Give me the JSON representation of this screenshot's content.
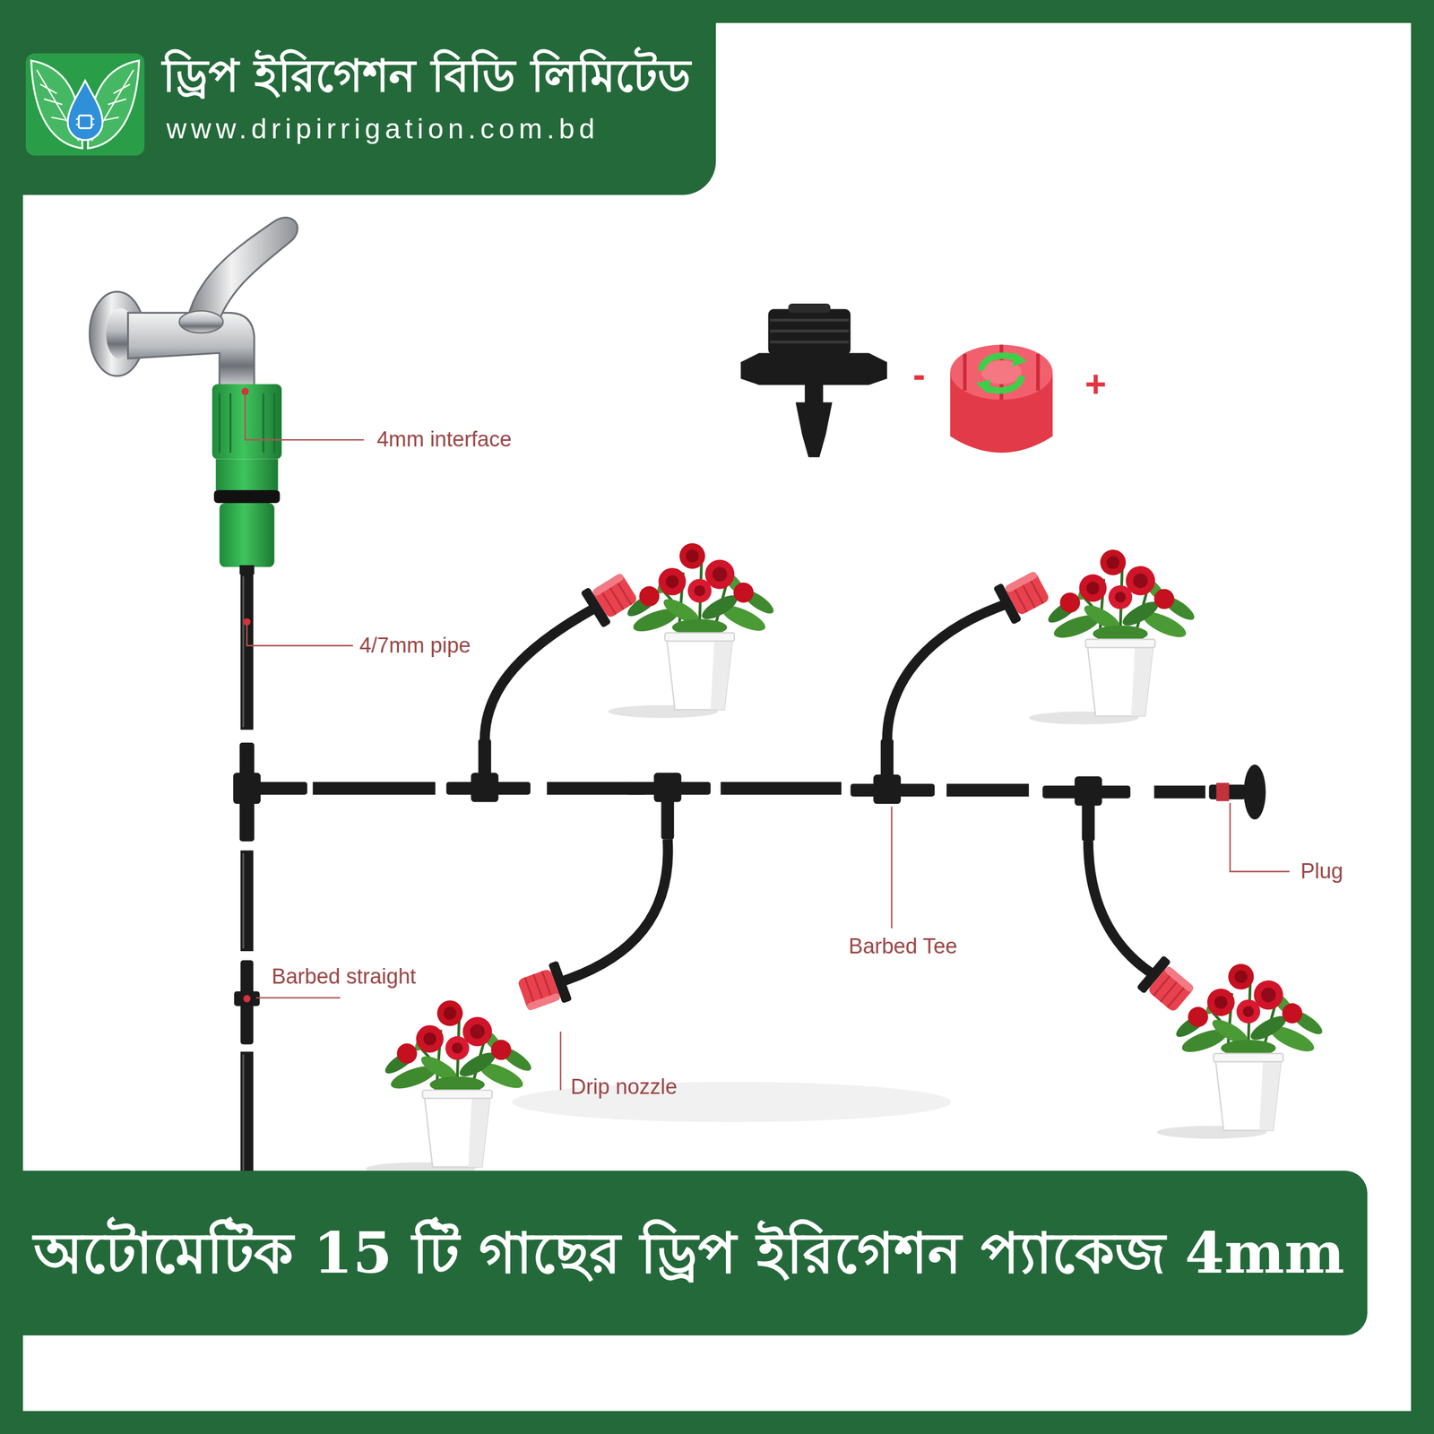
{
  "diagram": {
    "title": "অটোমেটিক 15 টি গাছের ড্রিপ ইরিগেশন প্যাকেজ 4mm",
    "nodes": [
      {
        "text": [
          "ড্রিপ ইরিগেশন বিডি লিমিটেড",
          "www.dripirrigation.com.bd"
        ]
      }
    ],
    "labels": [
      "-",
      "+",
      "4mm interface",
      "4/7mm pipe",
      "Plug",
      "Barbed Tee",
      "Barbed straight",
      "Drip nozzle"
    ]
  }
}
